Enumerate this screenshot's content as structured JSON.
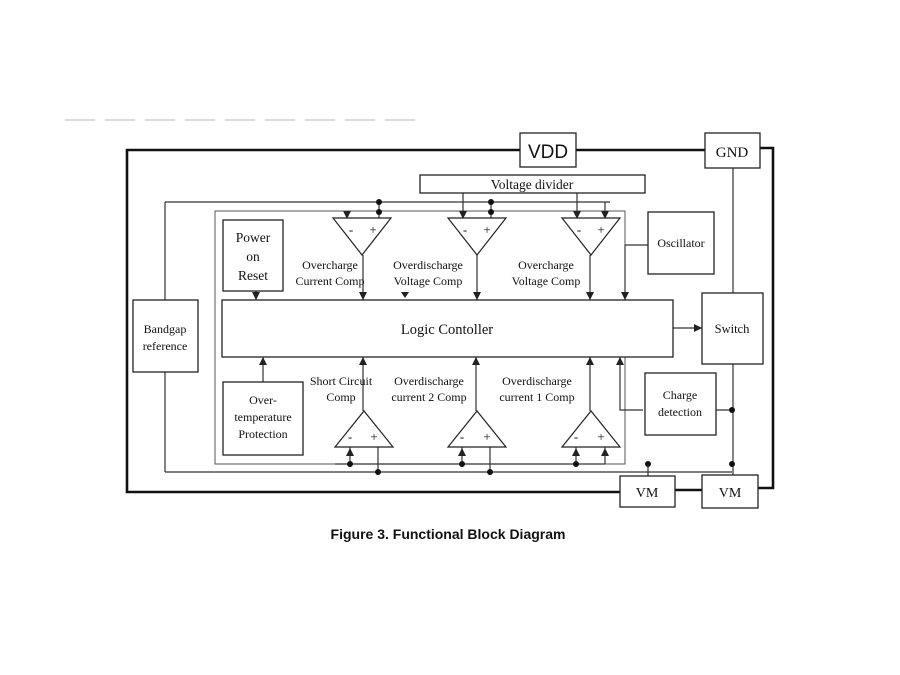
{
  "blocks": {
    "vdd": "VDD",
    "gnd": "GND",
    "voltage_divider": "Voltage divider",
    "power_on_reset": [
      "Power",
      "on",
      "Reset"
    ],
    "oscillator": "Oscillator",
    "bandgap": [
      "Bandgap",
      "reference"
    ],
    "logic": "Logic Contoller",
    "switch": "Switch",
    "charge_detection": [
      "Charge",
      "detection"
    ],
    "over_temp": [
      "Over-",
      "temperature",
      "Protection"
    ],
    "vm_left": "VM",
    "vm_right": "VM"
  },
  "comparators": {
    "top": [
      {
        "label": [
          "Overcharge",
          "Current Comp"
        ]
      },
      {
        "label": [
          "Overdischarge",
          "Voltage Comp"
        ]
      },
      {
        "label": [
          "Overcharge",
          "Voltage Comp"
        ]
      }
    ],
    "bottom": [
      {
        "label": [
          "Short Circuit",
          "Comp"
        ]
      },
      {
        "label": [
          "Overdischarge",
          "current 2 Comp"
        ]
      },
      {
        "label": [
          "Overdischarge",
          "current 1 Comp"
        ]
      }
    ],
    "minus": "-",
    "plus": "+"
  },
  "caption": "Figure 3. Functional Block Diagram"
}
